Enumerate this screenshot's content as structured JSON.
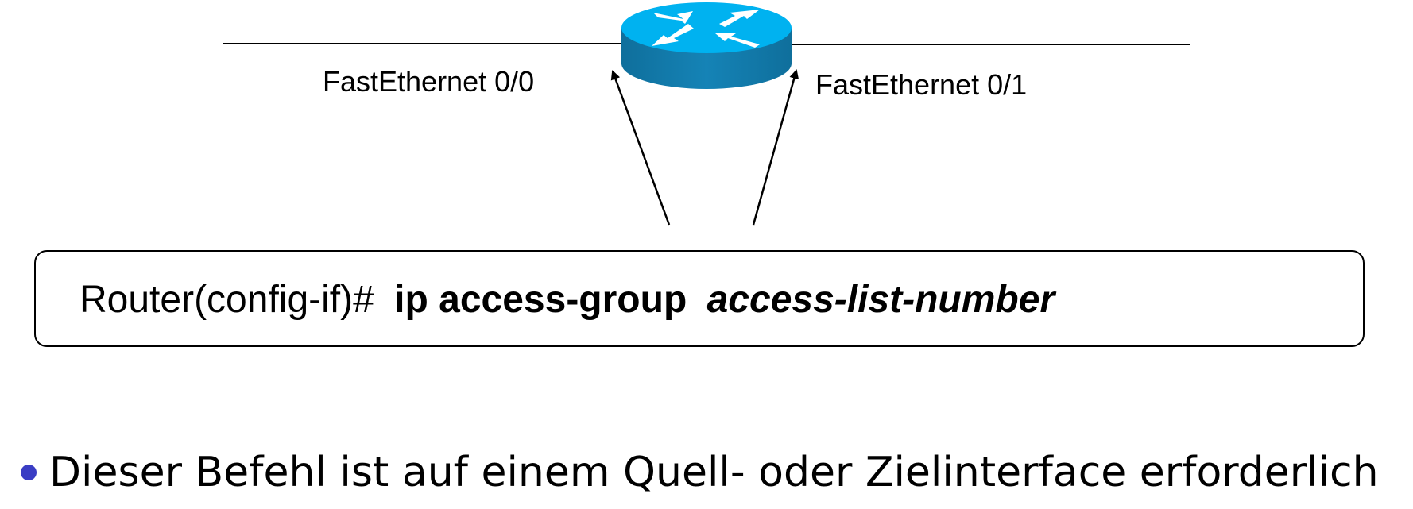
{
  "diagram": {
    "interface_left": "FastEthernet 0/0",
    "interface_right": "FastEthernet 0/1",
    "router_icon": "router-icon",
    "router_color": "#1a9fd6"
  },
  "command": {
    "prompt": "Router(config-if)#",
    "keyword": "ip access-group",
    "argument": "access-list-number"
  },
  "bullet": {
    "text": "Dieser Befehl ist auf einem Quell- oder Zielinterface erforderlich",
    "color": "#3a3dc4"
  }
}
